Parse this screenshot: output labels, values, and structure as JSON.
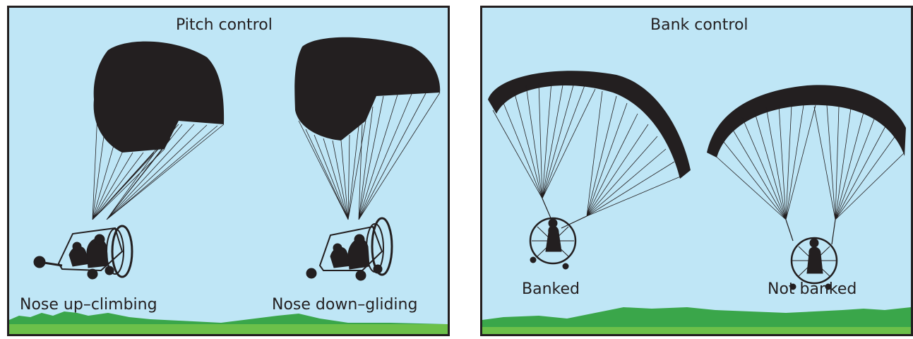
{
  "colors": {
    "sky": "#bfe6f6",
    "ground_dark": "#3aa64a",
    "ground_light": "#6cc04a",
    "ink": "#231f20"
  },
  "pitch_panel": {
    "title": "Pitch control",
    "left_label": "Nose up–climbing",
    "right_label": "Nose down–gliding"
  },
  "bank_panel": {
    "title": "Bank  control",
    "left_label": "Banked",
    "right_label": "Not banked"
  }
}
